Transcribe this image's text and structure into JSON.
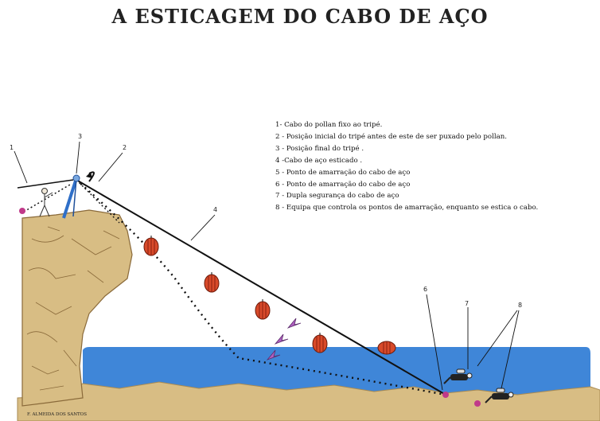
{
  "title": "A ESTICAGEM  DO CABO DE AÇO",
  "legend": [
    "1- Cabo do pollan  fixo ao tripé.",
    "2 - Posição inicial do tripé antes de este de ser puxado pelo pollan.",
    "3 - Posição final do tripé .",
    "4 -Cabo de aço esticado .",
    "5 - Ponto de amarração do cabo de aço",
    "6 - Ponto de amarração do cabo de aço",
    "7 - Dupla segurança do cabo de aço",
    "8 - Equipa que controla os pontos de amarração, enquanto se estica o cabo."
  ],
  "callouts": {
    "n1": "1",
    "n2": "2",
    "n3": "3",
    "n4": "4",
    "n6": "6",
    "n7": "7",
    "n8": "8"
  },
  "author": "F. ALMEIDA DOS SANTOS",
  "colors": {
    "cliff": "#d8bd84",
    "cliff_lines": "#8a6a3a",
    "water": "#3f86d8",
    "buoy": "#d84a2a",
    "buoy_stripe": "#8a2010",
    "cable": "#111111",
    "tripod": "#2f6fc8",
    "arrow": "#b060c0",
    "anchor": "#c03a8a"
  },
  "icons": [
    "curved-arrow-icon",
    "buoy-icon",
    "diver-icon",
    "tripod-icon"
  ]
}
